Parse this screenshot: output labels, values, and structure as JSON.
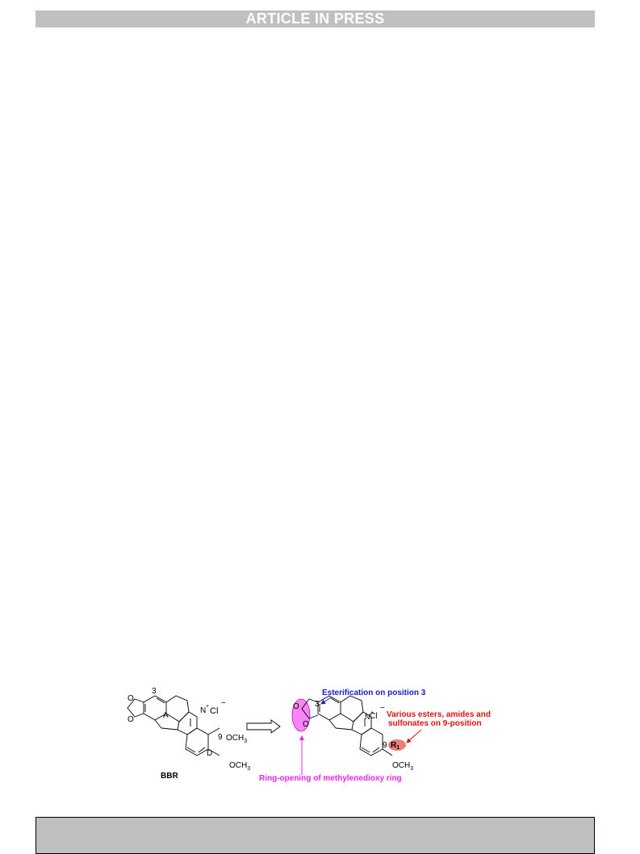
{
  "header": {
    "banner": "ARTICLE IN PRESS"
  },
  "scheme": {
    "left": {
      "label_3": "3",
      "label_9": "9",
      "ring_a": "A",
      "ring_d": "D",
      "n_plus": "N",
      "plus": "+",
      "cl": "Cl",
      "minus": "−",
      "och3": "OCH",
      "sub3": "3",
      "o": "O",
      "name": "BBR"
    },
    "right": {
      "label_3": "3",
      "label_9": "9",
      "r1": "R",
      "r1_sub": "1",
      "n_plus": "N",
      "plus": "+",
      "cl": "Cl",
      "minus": "−",
      "och3": "OCH",
      "sub3": "3",
      "o": "O"
    },
    "annotations": {
      "esterification": "Esterification on position 3",
      "various_line1": "Various esters, amides and",
      "various_line2": "sulfonates on 9-position",
      "ring_opening": "Ring-opening of methylenedioxy ring"
    },
    "colors": {
      "blue": "#1a1acc",
      "red": "#e01010",
      "magenta": "#ee22ee",
      "banner_gray": "#c0c0c0"
    }
  },
  "footer": {}
}
